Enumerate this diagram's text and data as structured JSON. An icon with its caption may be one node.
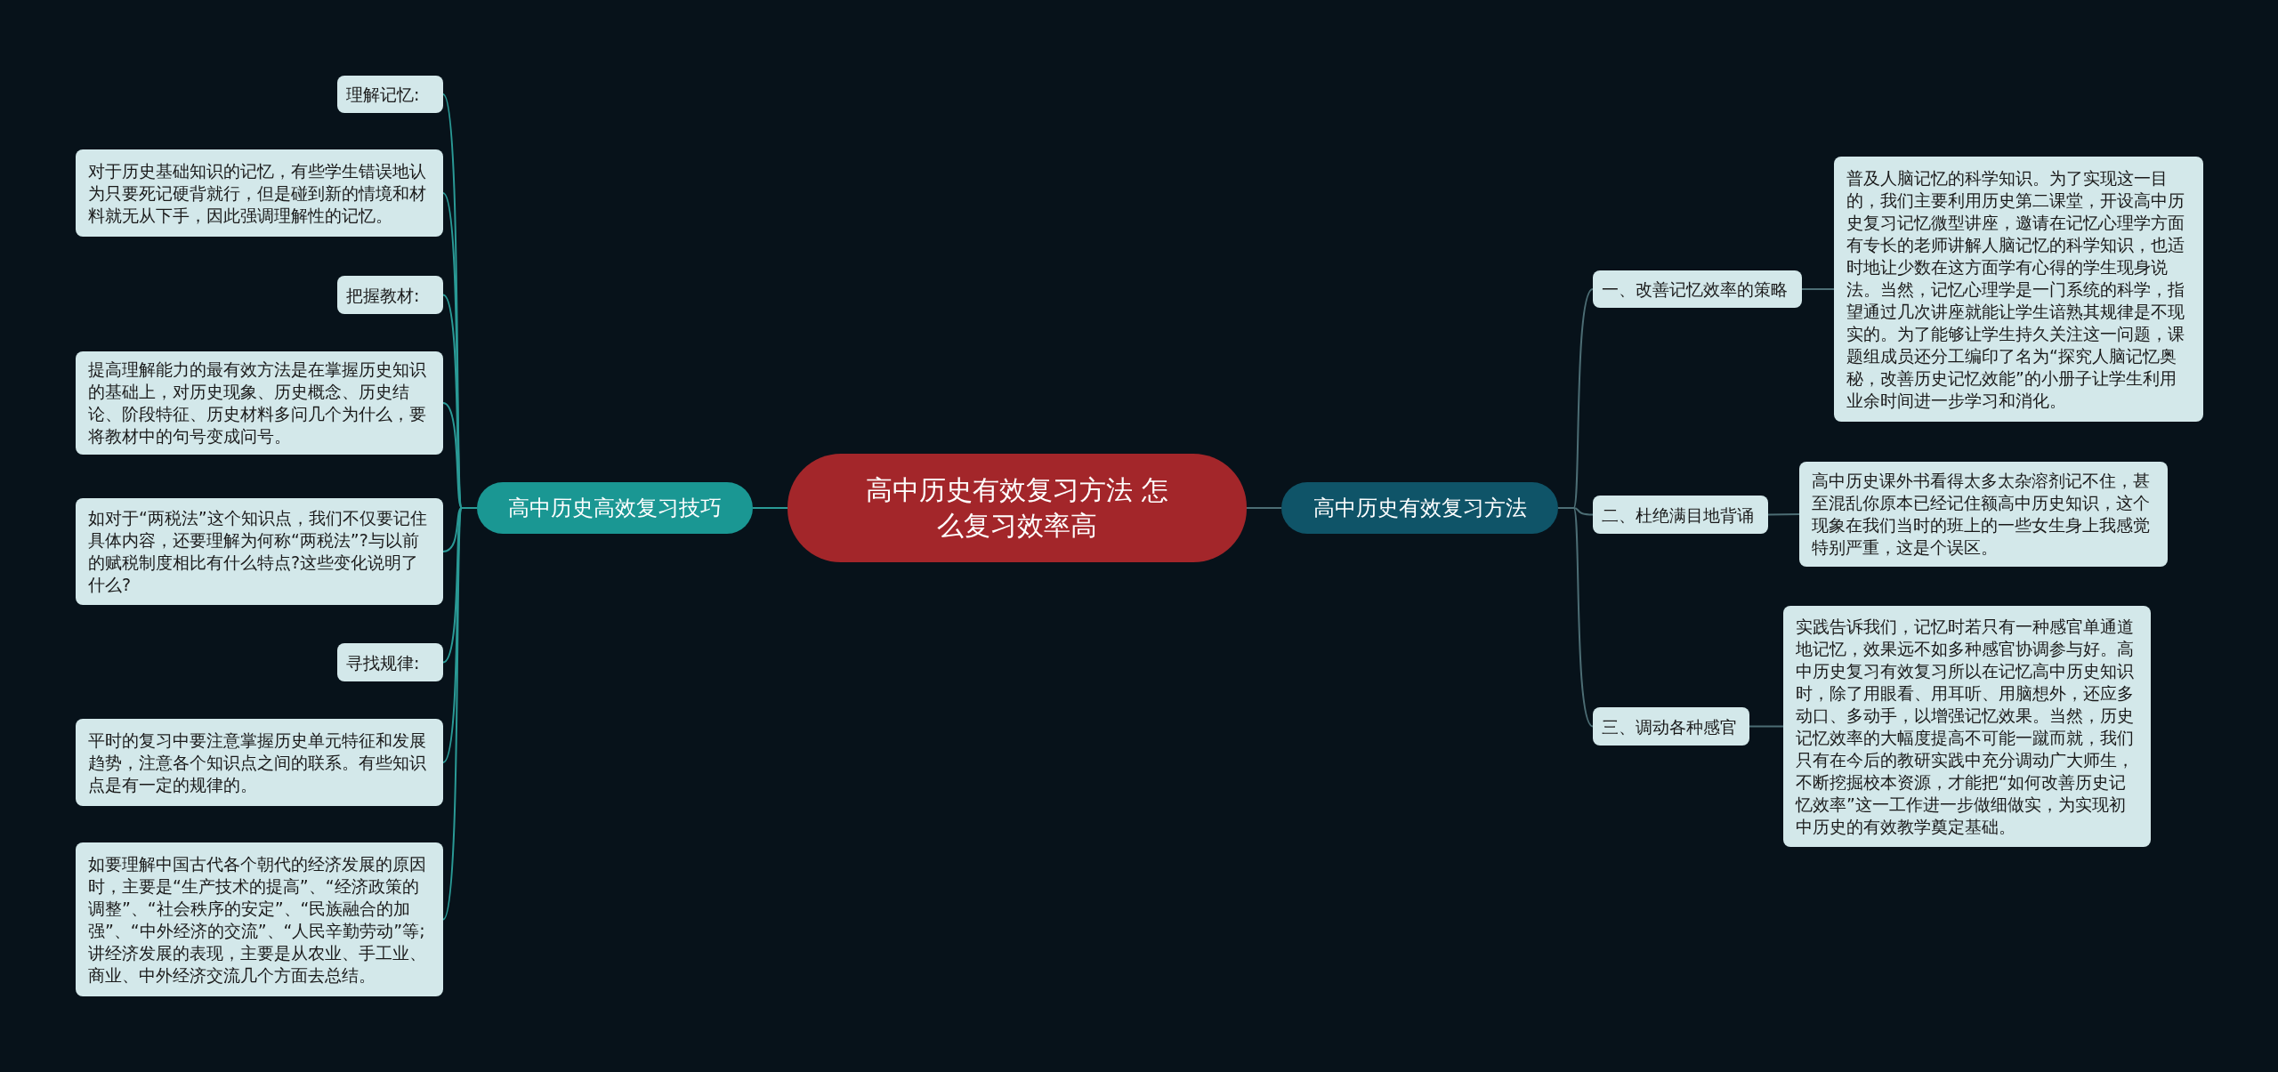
{
  "diagram": {
    "nodes": [
      {
        "text": [
          "高中历史有效复习方法 怎么复习效率高"
        ]
      },
      {
        "text": [
          "高中历史高效复习技巧"
        ]
      },
      {
        "text": [
          "理解记忆:"
        ]
      },
      {
        "text": [
          "对于历史基础知识的记忆，有些学生错误地认为只要死记硬背就行，但是碰到新的情境和材料就无从下手，因此强调理解性的记忆。"
        ]
      },
      {
        "text": [
          "把握教材:"
        ]
      },
      {
        "text": [
          "提高理解能力的最有效方法是在掌握历史知识的基础上，对历史现象、历史概念、历史结论、阶段特征、历史材料多问几个为什么，要将教材中的句号变成问号。"
        ]
      },
      {
        "text": [
          "如对于“两税法”这个知识点，我们不仅要记住具体内容，还要理解为何称“两税法”?与以前的赋税制度相比有什么特点?这些变化说明了什么?"
        ]
      },
      {
        "text": [
          "寻找规律:"
        ]
      },
      {
        "text": [
          "平时的复习中要注意掌握历史单元特征和发展趋势，注意各个知识点之间的联系。有些知识点是有一定的规律的。"
        ]
      },
      {
        "text": [
          "如要理解中国古代各个朝代的经济发展的原因时，主要是“生产技术的提高”、“经济政策的调整”、“社会秩序的安定”、“民族融合的加强”、“中外经济的交流”、“人民辛勤劳动”等;讲经济发展的表现，主要是从农业、手工业、商业、中外经济交流几个方面去总结。"
        ]
      },
      {
        "text": [
          "高中历史有效复习方法"
        ]
      },
      {
        "text": [
          "一、改善记忆效率的策略"
        ]
      },
      {
        "text": [
          "普及人脑记忆的科学知识。为了实现这一目的，我们主要利用历史第二课堂，开设高中历史复习记忆微型讲座，邀请在记忆心理学方面有专长的老师讲解人脑记忆的科学知识，也适时地让少数在这方面学有心得的学生现身说法。当然，记忆心理学是一门系统的科学，指望通过几次讲座就能让学生谙熟其规律是不现实的。为了能够让学生持久关注这一问题，课题组成员还分工编印了名为“探究人脑记忆奥秘，改善历史记忆效能”的小册子让学生利用业余时间进一步学习和消化。"
        ]
      },
      {
        "text": [
          "二、杜绝满目地背诵"
        ]
      },
      {
        "text": [
          "高中历史课外书看得太多太杂溶剂记不住，甚至混乱你原本已经记住额高中历史知识，这个现象在我们当时的班上的一些女生身上我感觉特别严重，这是个误区。"
        ]
      },
      {
        "text": [
          "三、调动各种感官"
        ]
      },
      {
        "text": [
          "实践告诉我们，记忆时若只有一种感官单通道地记忆，效果远不如多种感官协调参与好。高中历史复习有效复习所以在记忆高中历史知识时，除了用眼看、用耳听、用脑想外，还应多动口、多动手，以增强记忆效果。当然，历史记忆效率的大幅度提高不可能一蹴而就，我们只有在今后的教研实践中充分调动广大师生，不断挖掘校本资源，才能把“如何改善历史记忆效率”这一工作进一步做细做实，为实现初中历史的有效教学奠定基础。"
        ]
      }
    ],
    "edges": [
      {
        "from": 0,
        "to": 1,
        "arrow": "none"
      },
      {
        "from": 0,
        "to": 10,
        "arrow": "none",
        "color": "#4c6d74"
      },
      {
        "from": 1,
        "to": 2,
        "arrow": "none"
      },
      {
        "from": 1,
        "to": 3,
        "arrow": "none"
      },
      {
        "from": 1,
        "to": 4,
        "arrow": "none"
      },
      {
        "from": 1,
        "to": 5,
        "arrow": "none"
      },
      {
        "from": 1,
        "to": 6,
        "arrow": "none"
      },
      {
        "from": 1,
        "to": 7,
        "arrow": "none"
      },
      {
        "from": 1,
        "to": 8,
        "arrow": "none"
      },
      {
        "from": 1,
        "to": 9,
        "arrow": "none"
      },
      {
        "from": 10,
        "to": 11,
        "arrow": "none",
        "color": "#4c6d74"
      },
      {
        "from": 10,
        "to": 13,
        "arrow": "none",
        "color": "#4c6d74"
      },
      {
        "from": 10,
        "to": 15,
        "arrow": "none",
        "color": "#4c6d74"
      },
      {
        "from": 11,
        "to": 12,
        "arrow": "none",
        "color": "#4c6d74"
      },
      {
        "from": 13,
        "to": 14,
        "arrow": "none",
        "color": "#4c6d74"
      },
      {
        "from": 15,
        "to": 16,
        "arrow": "none",
        "color": "#4c6d74"
      }
    ]
  }
}
